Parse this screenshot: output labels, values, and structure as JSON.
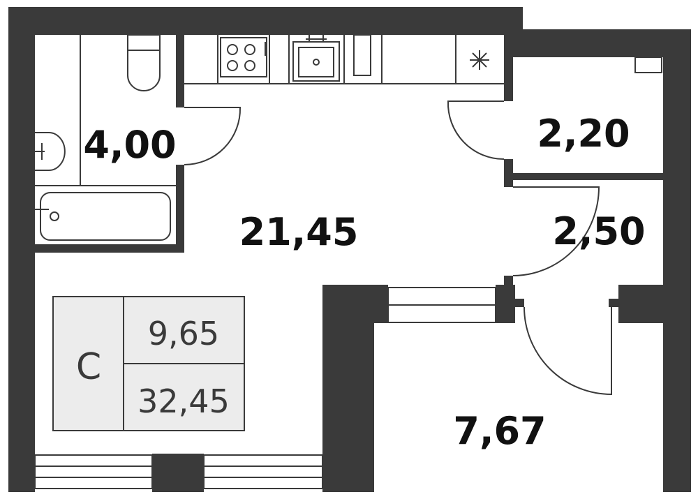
{
  "colors": {
    "wall": "#3a3a3a",
    "line": "#3a3a3a",
    "area_text": "#111111",
    "legend_fill": "#ececec",
    "legend_text": "#3a3a3a",
    "background": "#ffffff"
  },
  "rooms": {
    "bathroom": "4,00",
    "living": "21,45",
    "storage": "2,20",
    "hall": "2,50",
    "loggia": "7,67"
  },
  "legend": {
    "type_letter": "С",
    "living_area": "9,65",
    "total_area": "32,45"
  }
}
